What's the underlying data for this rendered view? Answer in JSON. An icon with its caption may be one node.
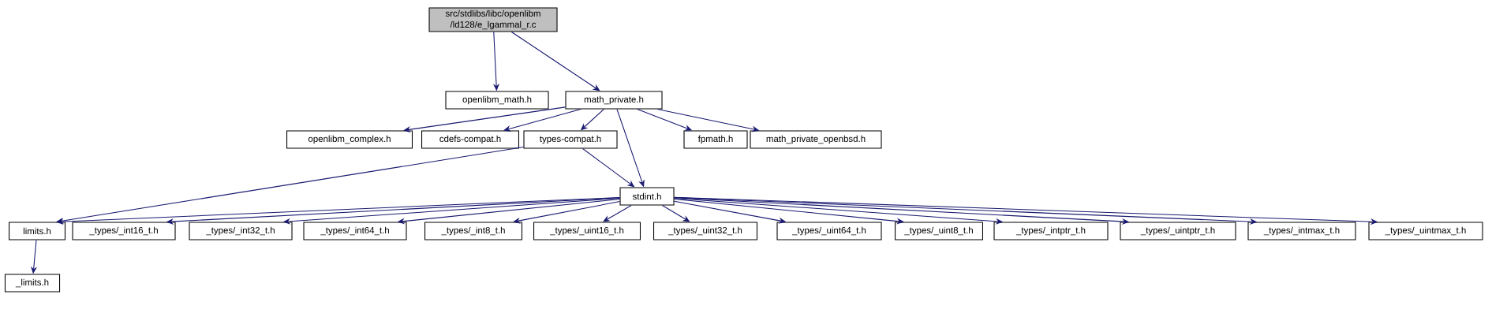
{
  "diagram": {
    "nodes": [
      {
        "text": [
          "src/stdlibs/libc/openlibm /ld128/e_lgammal_r.c"
        ]
      },
      {
        "text": [
          "openlibm_math.h"
        ]
      },
      {
        "text": [
          "math_private.h"
        ]
      },
      {
        "text": [
          "openlibm_complex.h"
        ]
      },
      {
        "text": [
          "cdefs-compat.h"
        ]
      },
      {
        "text": [
          "types-compat.h"
        ]
      },
      {
        "text": [
          "fpmath.h"
        ]
      },
      {
        "text": [
          "math_private_openbsd.h"
        ]
      },
      {
        "text": [
          "stdint.h"
        ]
      },
      {
        "text": [
          "limits.h"
        ]
      },
      {
        "text": [
          "_types/_int16_t.h"
        ]
      },
      {
        "text": [
          "_types/_int32_t.h"
        ]
      },
      {
        "text": [
          "_types/_int64_t.h"
        ]
      },
      {
        "text": [
          "_types/_int8_t.h"
        ]
      },
      {
        "text": [
          "_types/_uint16_t.h"
        ]
      },
      {
        "text": [
          "_types/_uint32_t.h"
        ]
      },
      {
        "text": [
          "_types/_uint64_t.h"
        ]
      },
      {
        "text": [
          "_types/_uint8_t.h"
        ]
      },
      {
        "text": [
          "_types/_intptr_t.h"
        ]
      },
      {
        "text": [
          "_types/_uintptr_t.h"
        ]
      },
      {
        "text": [
          "_types/_intmax_t.h"
        ]
      },
      {
        "text": [
          "_types/_uintmax_t.h"
        ]
      },
      {
        "text": [
          "_limits.h"
        ]
      }
    ],
    "edges": [
      {
        "from": 0,
        "to": 1,
        "arrow": "to"
      },
      {
        "from": 0,
        "to": 2,
        "arrow": "to"
      },
      {
        "from": 2,
        "to": 3,
        "arrow": "to"
      },
      {
        "from": 2,
        "to": 4,
        "arrow": "to"
      },
      {
        "from": 2,
        "to": 5,
        "arrow": "to"
      },
      {
        "from": 2,
        "to": 8,
        "arrow": "to"
      },
      {
        "from": 2,
        "to": 6,
        "arrow": "to"
      },
      {
        "from": 2,
        "to": 7,
        "arrow": "to"
      },
      {
        "from": 5,
        "to": 9,
        "arrow": "to"
      },
      {
        "from": 5,
        "to": 8,
        "arrow": "to"
      },
      {
        "from": 8,
        "to": 9,
        "arrow": "to"
      },
      {
        "from": 8,
        "to": 10,
        "arrow": "to"
      },
      {
        "from": 8,
        "to": 11,
        "arrow": "to"
      },
      {
        "from": 8,
        "to": 12,
        "arrow": "to"
      },
      {
        "from": 8,
        "to": 13,
        "arrow": "to"
      },
      {
        "from": 8,
        "to": 14,
        "arrow": "to"
      },
      {
        "from": 8,
        "to": 15,
        "arrow": "to"
      },
      {
        "from": 8,
        "to": 16,
        "arrow": "to"
      },
      {
        "from": 8,
        "to": 17,
        "arrow": "to"
      },
      {
        "from": 8,
        "to": 18,
        "arrow": "to"
      },
      {
        "from": 8,
        "to": 19,
        "arrow": "to"
      },
      {
        "from": 8,
        "to": 20,
        "arrow": "to"
      },
      {
        "from": 8,
        "to": 21,
        "arrow": "to"
      },
      {
        "from": 9,
        "to": 22,
        "arrow": "to"
      }
    ]
  }
}
